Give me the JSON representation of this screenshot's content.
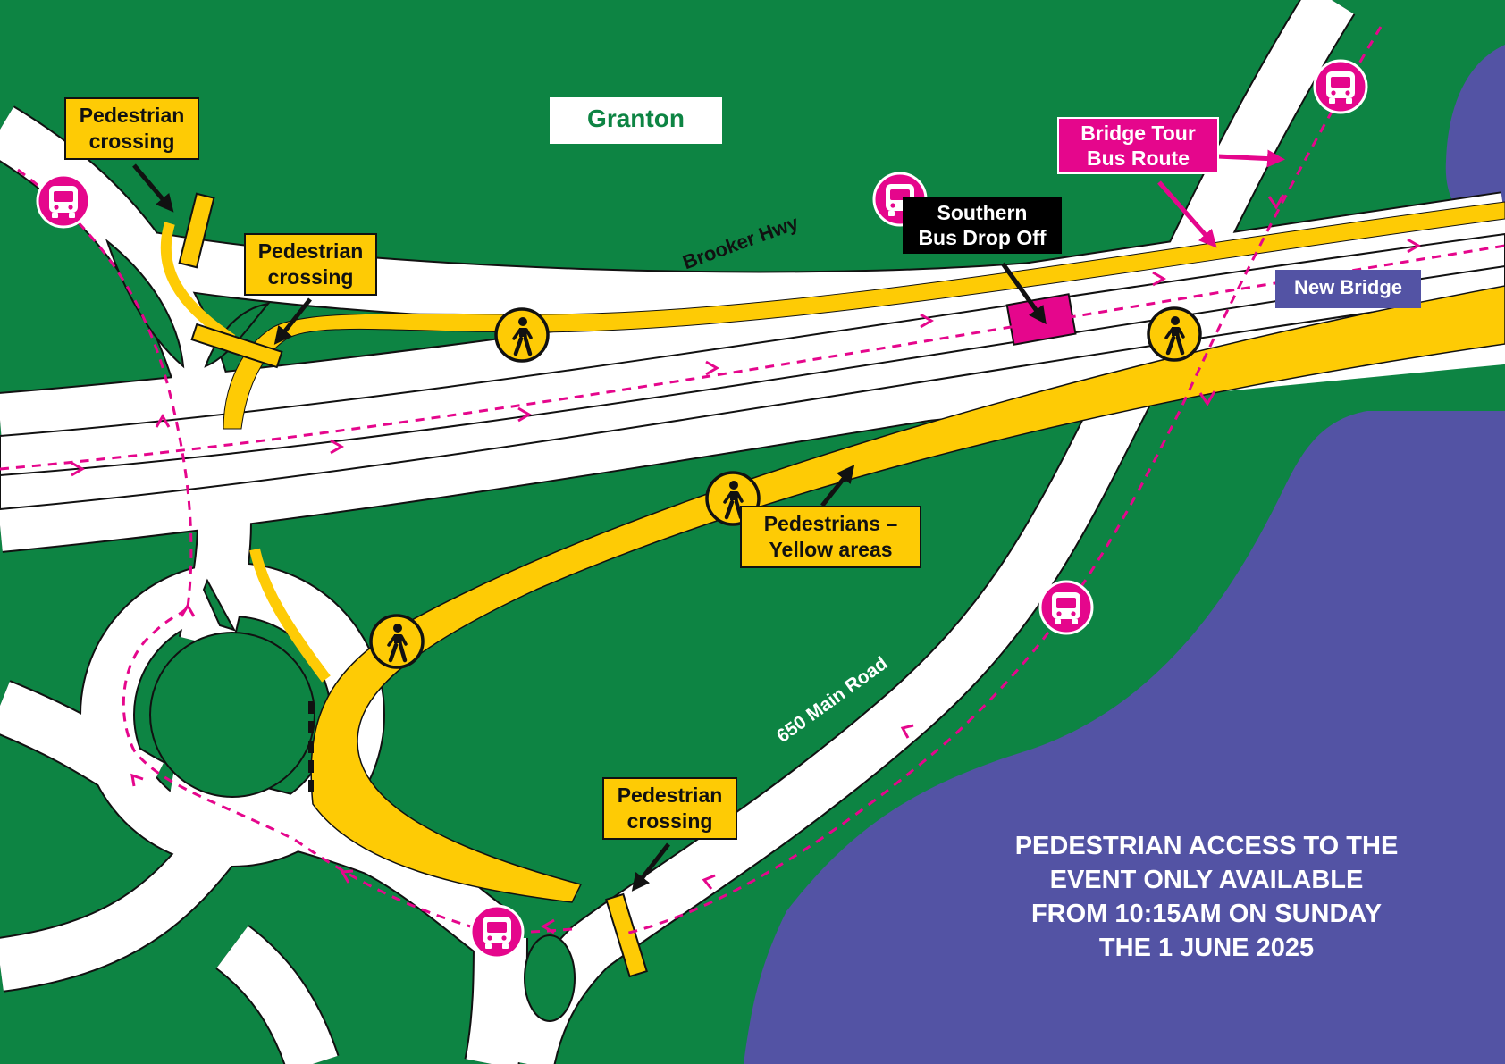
{
  "place_name": "Granton",
  "road_names": {
    "brooker": "Brooker Hwy",
    "main_road": "650 Main Road"
  },
  "labels": {
    "crossing_nw": {
      "line1": "Pedestrian",
      "line2": "crossing"
    },
    "crossing_mid": {
      "line1": "Pedestrian",
      "line2": "crossing"
    },
    "crossing_south": {
      "line1": "Pedestrian",
      "line2": "crossing"
    },
    "bus_route": {
      "line1": "Bridge Tour",
      "line2": "Bus Route"
    },
    "bus_drop": {
      "line1": "Southern",
      "line2": "Bus Drop Off"
    },
    "new_bridge": "New Bridge",
    "pedestrians": {
      "line1": "Pedestrians –",
      "line2": "Yellow areas"
    }
  },
  "notice": [
    "PEDESTRIAN ACCESS TO THE",
    "EVENT ONLY AVAILABLE",
    "FROM 10:15AM ON SUNDAY",
    "THE 1 JUNE 2025"
  ],
  "colors": {
    "grass": "#0d8443",
    "water": "#5353a4",
    "road": "#ffffff",
    "pedestrian_area": "#fecb05",
    "bus_route": "#e5068c",
    "outline": "#111111"
  },
  "icons": {
    "bus_stop": "bus-stop-icon",
    "pedestrian": "pedestrian-icon"
  }
}
